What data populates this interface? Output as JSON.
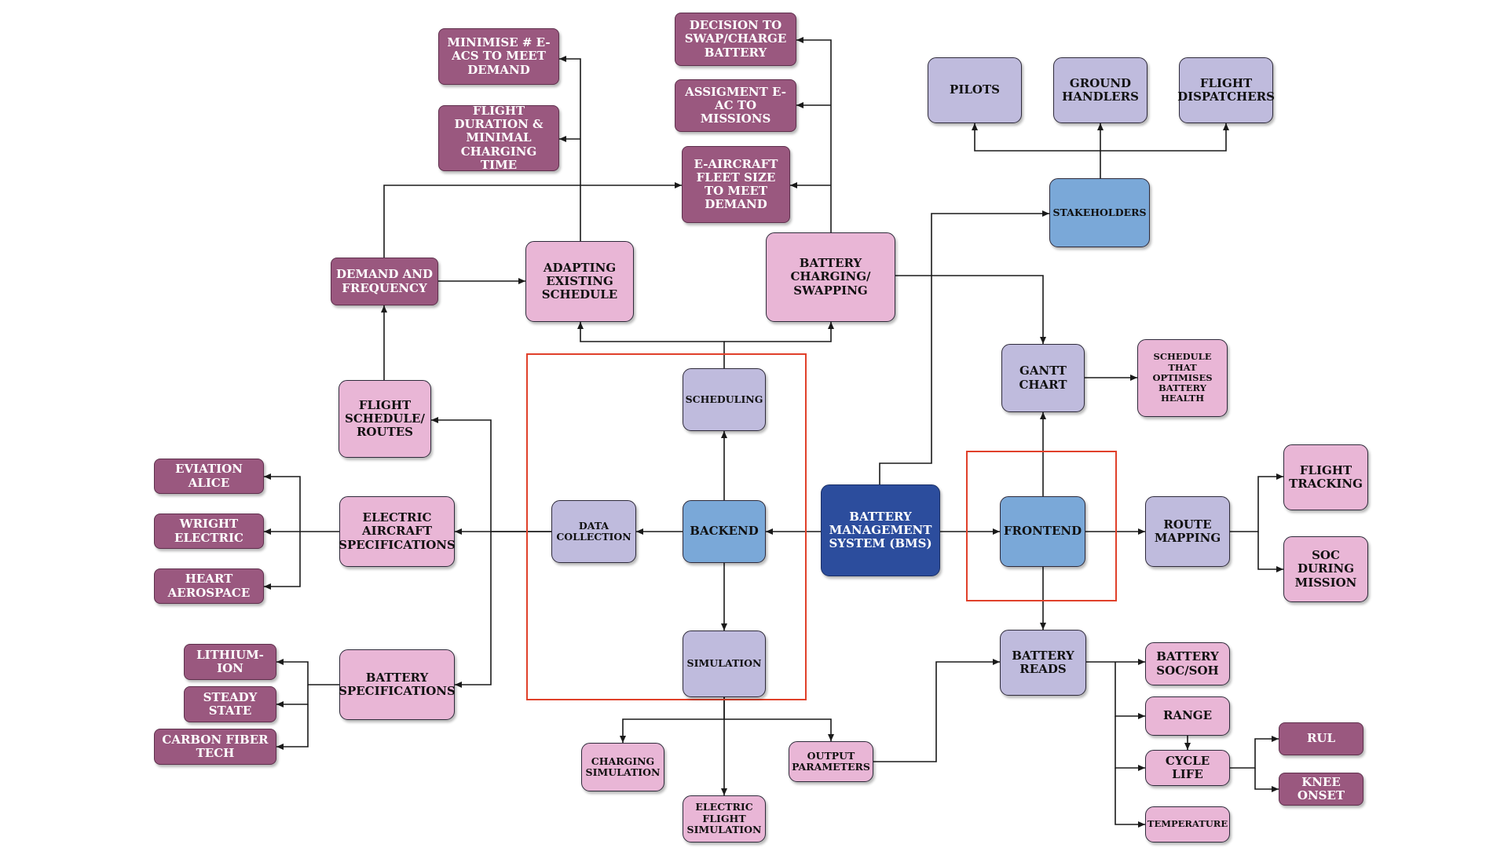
{
  "diagram": {
    "nodes": {
      "bms": "BATTERY MANAGEMENT SYSTEM (BMS)",
      "backend": "BACKEND",
      "frontend": "FRONTEND",
      "scheduling": "SCHEDULING",
      "data_collection": "DATA COLLECTION",
      "simulation": "SIMULATION",
      "adapting_schedule": "ADAPTING EXISTING SCHEDULE",
      "battery_charging": "BATTERY CHARGING/ SWAPPING",
      "demand_frequency": "DEMAND AND FREQUENCY",
      "minimise_eacs": "MINIMISE # E-ACS TO MEET DEMAND",
      "flight_duration": "FLIGHT DURATION & MINIMAL CHARGING TIME",
      "decision_swap": "DECISION TO SWAP/CHARGE BATTERY",
      "assign_eac": "ASSIGMENT E-AC TO MISSIONS",
      "fleet_size": "E-AIRCRAFT FLEET SIZE TO MEET DEMAND",
      "flight_schedule": "FLIGHT SCHEDULE/ ROUTES",
      "electric_aircraft_specs": "ELECTRIC AIRCRAFT SPECIFICATIONS",
      "eviation": "EVIATION ALICE",
      "wright": "WRIGHT ELECTRIC",
      "heart": "HEART AEROSPACE",
      "battery_specs": "BATTERY SPECIFICATIONS",
      "lithium": "LITHIUM-ION",
      "steady": "STEADY STATE",
      "carbon": "CARBON FIBER TECH",
      "charging_sim": "CHARGING SIMULATION",
      "electric_flight_sim": "ELECTRIC FLIGHT SIMULATION",
      "output_params": "OUTPUT PARAMETERS",
      "stakeholders": "STAKEHOLDERS",
      "pilots": "PILOTS",
      "ground_handlers": "GROUND HANDLERS",
      "flight_dispatchers": "FLIGHT DISPATCHERS",
      "gantt": "GANTT CHART",
      "schedule_optimises": "SCHEDULE THAT OPTIMISES BATTERY HEALTH",
      "route_mapping": "ROUTE MAPPING",
      "flight_tracking": "FLIGHT TRACKING",
      "soc_mission": "SOC DURING MISSION",
      "battery_reads": "BATTERY READS",
      "battery_soc_soh": "BATTERY SOC/SOH",
      "range": "RANGE",
      "cycle_life": "CYCLE LIFE",
      "temperature": "TEMPERATURE",
      "rul": "RUL",
      "knee_onset": "KNEE ONSET"
    },
    "colors": {
      "dark": "#9a587f",
      "pink": "#e9b6d6",
      "lavender": "#bfbbdd",
      "blue": "#7aa8d8",
      "navy": "#2c4d9d",
      "highlight": "#e0402a",
      "line": "#1a1a1a"
    }
  }
}
